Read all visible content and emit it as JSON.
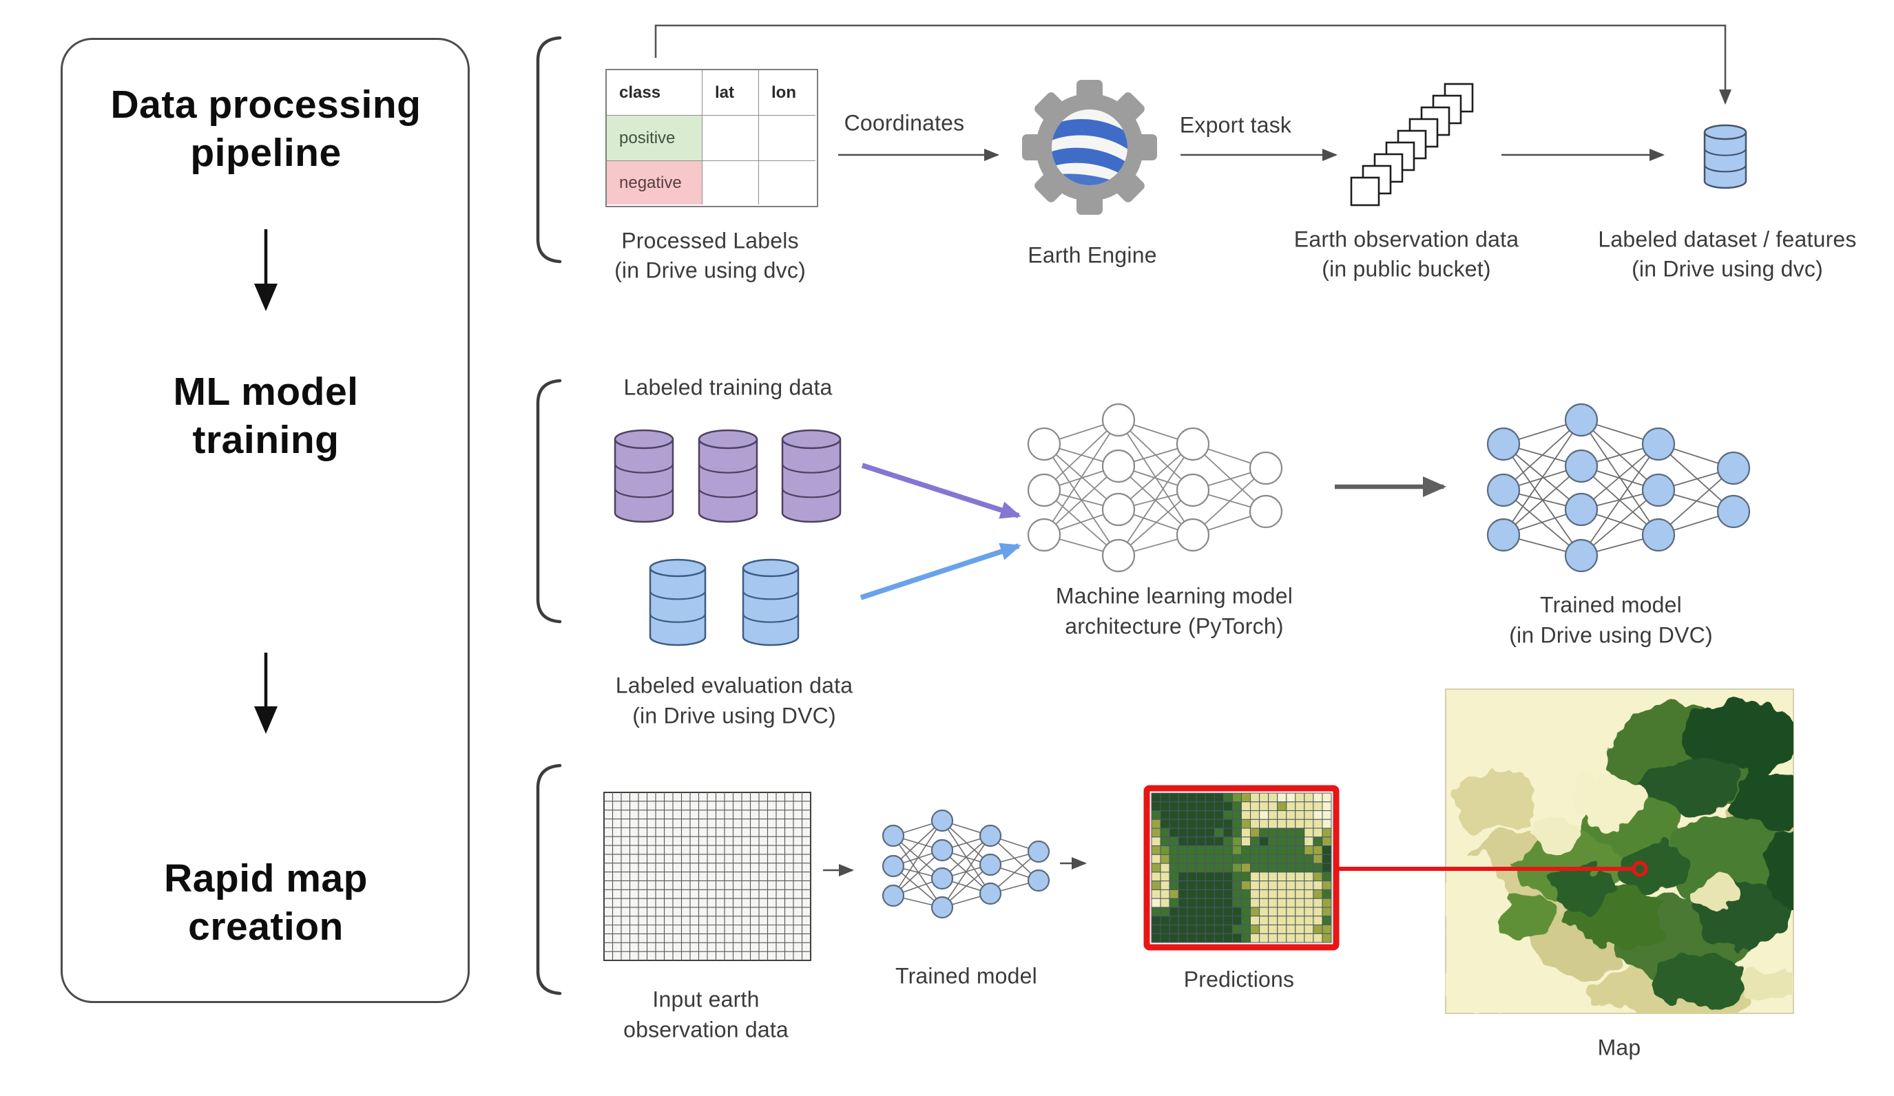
{
  "left_panel": {
    "stage1": [
      "Data processing",
      "pipeline"
    ],
    "stage2": [
      "ML model",
      "training"
    ],
    "stage3": [
      "Rapid map",
      "creation"
    ]
  },
  "row1": {
    "table": {
      "headers": [
        "class",
        "lat",
        "lon"
      ],
      "class_values": [
        "positive",
        "negative"
      ]
    },
    "processed_labels": [
      "Processed Labels",
      "(in Drive using dvc)"
    ],
    "coordinates_label": "Coordinates",
    "earth_engine_label": "Earth Engine",
    "export_task_label": "Export task",
    "earth_obs": [
      "Earth observation data",
      "(in public bucket)"
    ],
    "labeled_dataset": [
      "Labeled dataset / features",
      "(in Drive using dvc)"
    ]
  },
  "row2": {
    "training_data_label": "Labeled training data",
    "eval_data": [
      "Labeled evaluation data",
      "(in Drive using DVC)"
    ],
    "ml_model": [
      "Machine learning model",
      "architecture (PyTorch)"
    ],
    "trained_model": [
      "Trained model",
      "(in Drive using DVC)"
    ]
  },
  "row3": {
    "input_data": [
      "Input earth",
      "observation data"
    ],
    "trained_model_label": "Trained model",
    "predictions_label": "Predictions",
    "map_label": "Map",
    "predictions": {
      "palette": {
        "D": "#264f28",
        "G": "#3e7230",
        "M": "#6f9637",
        "O": "#9aa540",
        "Y": "#e9e4a4",
        "C": "#f7f3cf"
      },
      "cells": [
        "DDDDDDDDGMOYYYCCYYCC",
        "DDDDDDDDDGYYYYOYYYYC",
        "GDDDDDDDGGYYCYYYYYCC",
        "ODDDDDDDDGOYYYYYYYYC",
        "OGDDDDDGDGYOGGGGGYYO",
        "YGGDDDDDGMYGDGGGGYGO",
        "OMGGGGGGGMGGGGGGGOOD",
        "YOGGGGGGGGGGGGGGGGOD",
        "OYGGGGGGGMOGGGGGGGGD",
        "YYGDDDDDDGGYYYYYYYOG",
        "OYGDDDDDDGOYYYYYYYYO",
        "YYODDDDDDGGYYYYYYYOG",
        "CYGDDDDDDGGYYYYYYYYO",
        "GGDDDDDDDDGOYYYYYYYO",
        "DDDDDDDDDDGYYYYYYYYG",
        "DDDDDDDDDGGOYYYYYYOO",
        "DDDDDDDDDDGYYYYYYYYO"
      ]
    }
  },
  "icons": {
    "earth_engine": "gear-globe-icon",
    "database": "database-cylinder-icon",
    "image_stack": "image-stack-icon",
    "neural_network": "neural-network-icon",
    "map_thumbnail": "map-image",
    "grid": "raster-grid-icon"
  },
  "colors": {
    "positive_row": "#d9ecd2",
    "negative_row": "#f6c8ca",
    "db_cylinder_fill": "#a9c9f1",
    "db_cylinder_stroke": "#45546b",
    "purple_cylinder_fill": "#b2a0d3",
    "purple_cylinder_stroke": "#4d4160",
    "blue_cylinder_fill": "#a6c8f0",
    "blue_cylinder_stroke": "#3d5c82",
    "nn_blue_fill": "#a9c8ef",
    "nn_stroke": "#6e6e6e",
    "arrow_dark": "#4d4d4d",
    "arrow_purple": "#8477d2",
    "arrow_blue": "#69a2e9",
    "arrow_gray": "#5f5f5f",
    "predictions_border": "#e81515",
    "red_connector": "#e81515",
    "ee_gear": "#9d9d9d",
    "ee_blue": "#3f6cc7"
  }
}
